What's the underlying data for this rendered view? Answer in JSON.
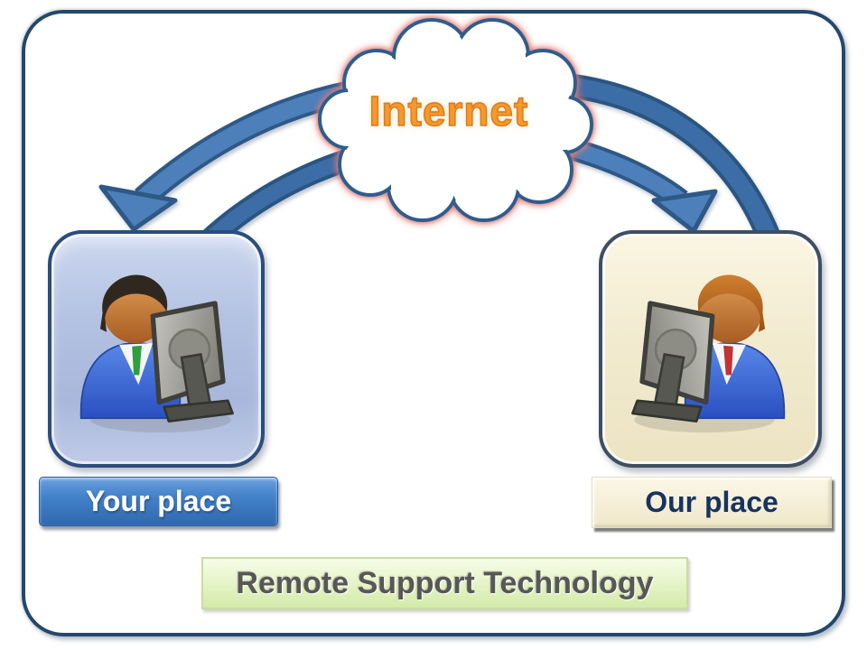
{
  "slide": {
    "cloud": {
      "label": "Internet"
    },
    "nodes": {
      "left": {
        "label": "Your place"
      },
      "right": {
        "label": "Our place"
      }
    },
    "caption": "Remote Support Technology"
  },
  "icons": {
    "cloud": "internet-cloud",
    "left_node": "user-at-computer-icon",
    "right_node": "agent-at-computer-icon",
    "arrows": [
      "arrow-internet-to-your-place",
      "arrow-your-place-to-internet",
      "arrow-internet-to-our-place",
      "arrow-our-place-to-internet"
    ]
  },
  "colors": {
    "frame_border": "#24476b",
    "cloud_outline": "#2f5d8e",
    "cloud_glow": "#e07a72",
    "internet_text": "#f5982e",
    "arrow_light": "#4e80bb",
    "arrow_dark": "#3c6da6",
    "arrow_outline": "#2d5986",
    "your_place_bg": "#3b78c0",
    "your_place_text": "#ffffff",
    "our_place_bg": "#f5efd8",
    "our_place_text": "#18335f",
    "caption_bg": "#ddefb8",
    "caption_text": "#575757",
    "left_node_bg": "#aebcdf",
    "right_node_bg": "#f0e8cd"
  }
}
